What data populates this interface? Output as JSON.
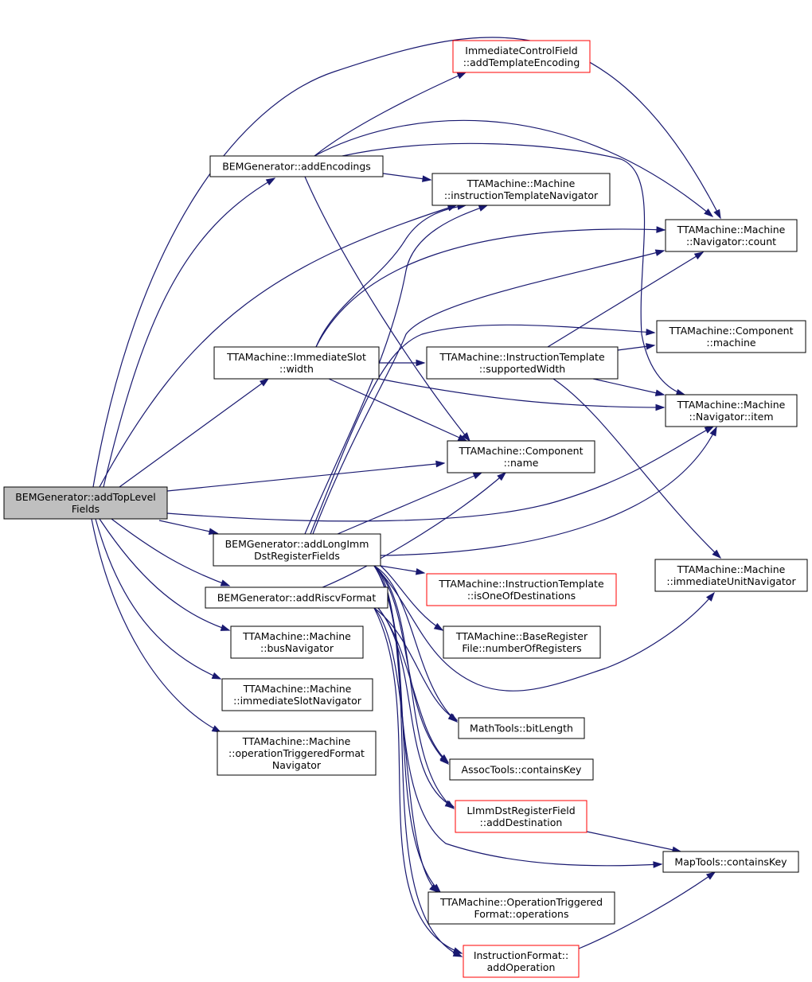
{
  "colors": {
    "edge": "#191970",
    "node_border": "#000000",
    "node_border_red": "#ff0000",
    "root_fill": "#bfbfbf",
    "node_fill": "#ffffff"
  },
  "nodes": {
    "root": [
      "BEMGenerator::addTopLevel",
      "Fields"
    ],
    "add_encodings": [
      "BEMGenerator::addEncodings"
    ],
    "immediate_control_field": [
      "ImmediateControlField",
      "::addTemplateEncoding"
    ],
    "instruction_template_navigator": [
      "TTAMachine::Machine",
      "::instructionTemplateNavigator"
    ],
    "navigator_count": [
      "TTAMachine::Machine",
      "::Navigator::count"
    ],
    "immediate_slot_width": [
      "TTAMachine::ImmediateSlot",
      "::width"
    ],
    "supported_width": [
      "TTAMachine::InstructionTemplate",
      "::supportedWidth"
    ],
    "component_machine": [
      "TTAMachine::Component",
      "::machine"
    ],
    "navigator_item": [
      "TTAMachine::Machine",
      "::Navigator::item"
    ],
    "component_name": [
      "TTAMachine::Component",
      "::name"
    ],
    "add_long_imm": [
      "BEMGenerator::addLongImm",
      "DstRegisterFields"
    ],
    "add_riscv_format": [
      "BEMGenerator::addRiscvFormat"
    ],
    "is_one_of_destinations": [
      "TTAMachine::InstructionTemplate",
      "::isOneOfDestinations"
    ],
    "immediate_unit_navigator": [
      "TTAMachine::Machine",
      "::immediateUnitNavigator"
    ],
    "base_register_file": [
      "TTAMachine::BaseRegister",
      "File::numberOfRegisters"
    ],
    "bus_navigator": [
      "TTAMachine::Machine",
      "::busNavigator"
    ],
    "immediate_slot_navigator": [
      "TTAMachine::Machine",
      "::immediateSlotNavigator"
    ],
    "operation_triggered_format_navigator": [
      "TTAMachine::Machine",
      "::operationTriggeredFormat",
      "Navigator"
    ],
    "bit_length": [
      "MathTools::bitLength"
    ],
    "contains_key_assoc": [
      "AssocTools::containsKey"
    ],
    "limm_add_destination": [
      "LImmDstRegisterField",
      "::addDestination"
    ],
    "contains_key_map": [
      "MapTools::containsKey"
    ],
    "otf_operations": [
      "TTAMachine::OperationTriggered",
      "Format::operations"
    ],
    "instruction_format_add_operation": [
      "InstructionFormat::",
      "addOperation"
    ]
  }
}
